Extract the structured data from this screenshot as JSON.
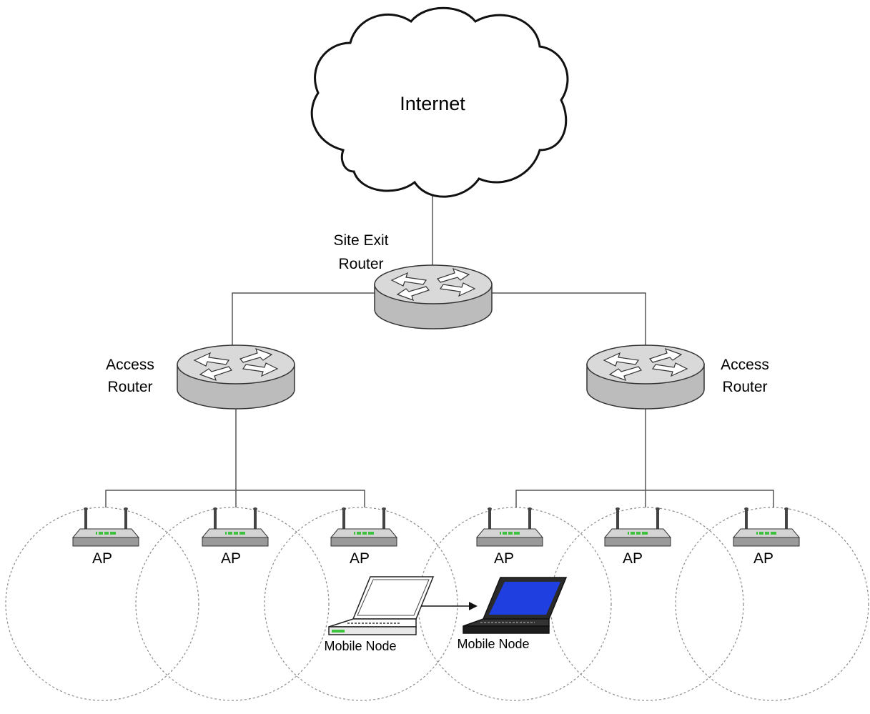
{
  "diagram": {
    "cloud": {
      "label": "Internet"
    },
    "site_exit_router": {
      "label_line1": "Site Exit",
      "label_line2": "Router"
    },
    "access_router_left": {
      "label_line1": "Access",
      "label_line2": "Router"
    },
    "access_router_right": {
      "label_line1": "Access",
      "label_line2": "Router"
    },
    "access_points": [
      {
        "label": "AP"
      },
      {
        "label": "AP"
      },
      {
        "label": "AP"
      },
      {
        "label": "AP"
      },
      {
        "label": "AP"
      },
      {
        "label": "AP"
      }
    ],
    "mobile_node_before": {
      "label": "Mobile Node"
    },
    "mobile_node_after": {
      "label": "Mobile Node"
    },
    "colors": {
      "router_fill": "#c0c0c0",
      "router_top": "#d8d8d8",
      "laptop_screen": "#1f3fe0",
      "ap_leds": "#3cc23c"
    }
  }
}
